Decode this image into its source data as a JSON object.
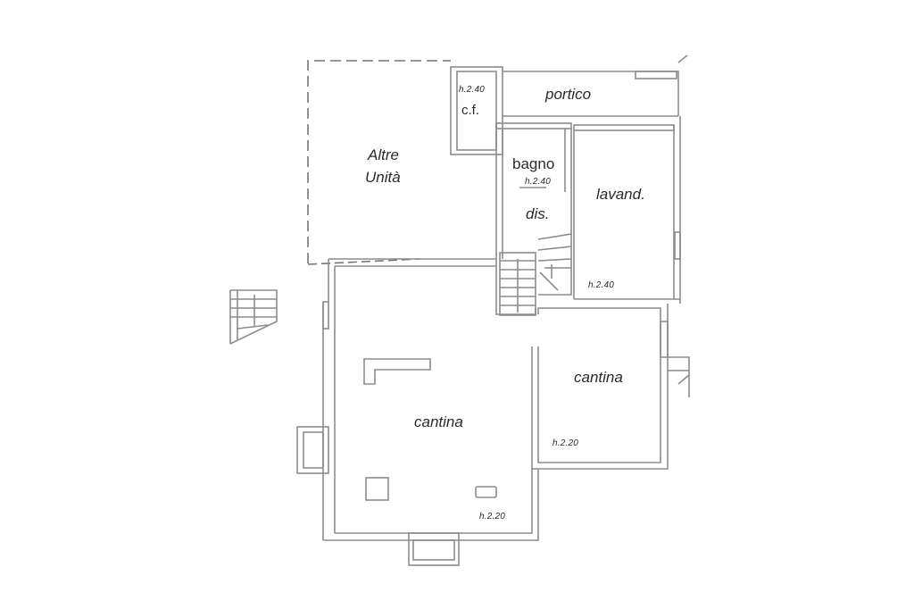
{
  "plan": {
    "wall_color": "#8c8c8c",
    "rooms": {
      "altre_unita_line1": "Altre",
      "altre_unita_line2": "Unità",
      "cf": "c.f.",
      "portico": "portico",
      "bagno": "bagno",
      "dis": "dis.",
      "lavanderia": "lavand.",
      "cantina_large": "cantina",
      "cantina_small": "cantina"
    },
    "heights": {
      "cf": "h.2.40",
      "bagno": "h.2.40",
      "lavanderia": "h.2.40",
      "cantina_small": "h.2.20",
      "cantina_large": "h.2.20"
    }
  }
}
